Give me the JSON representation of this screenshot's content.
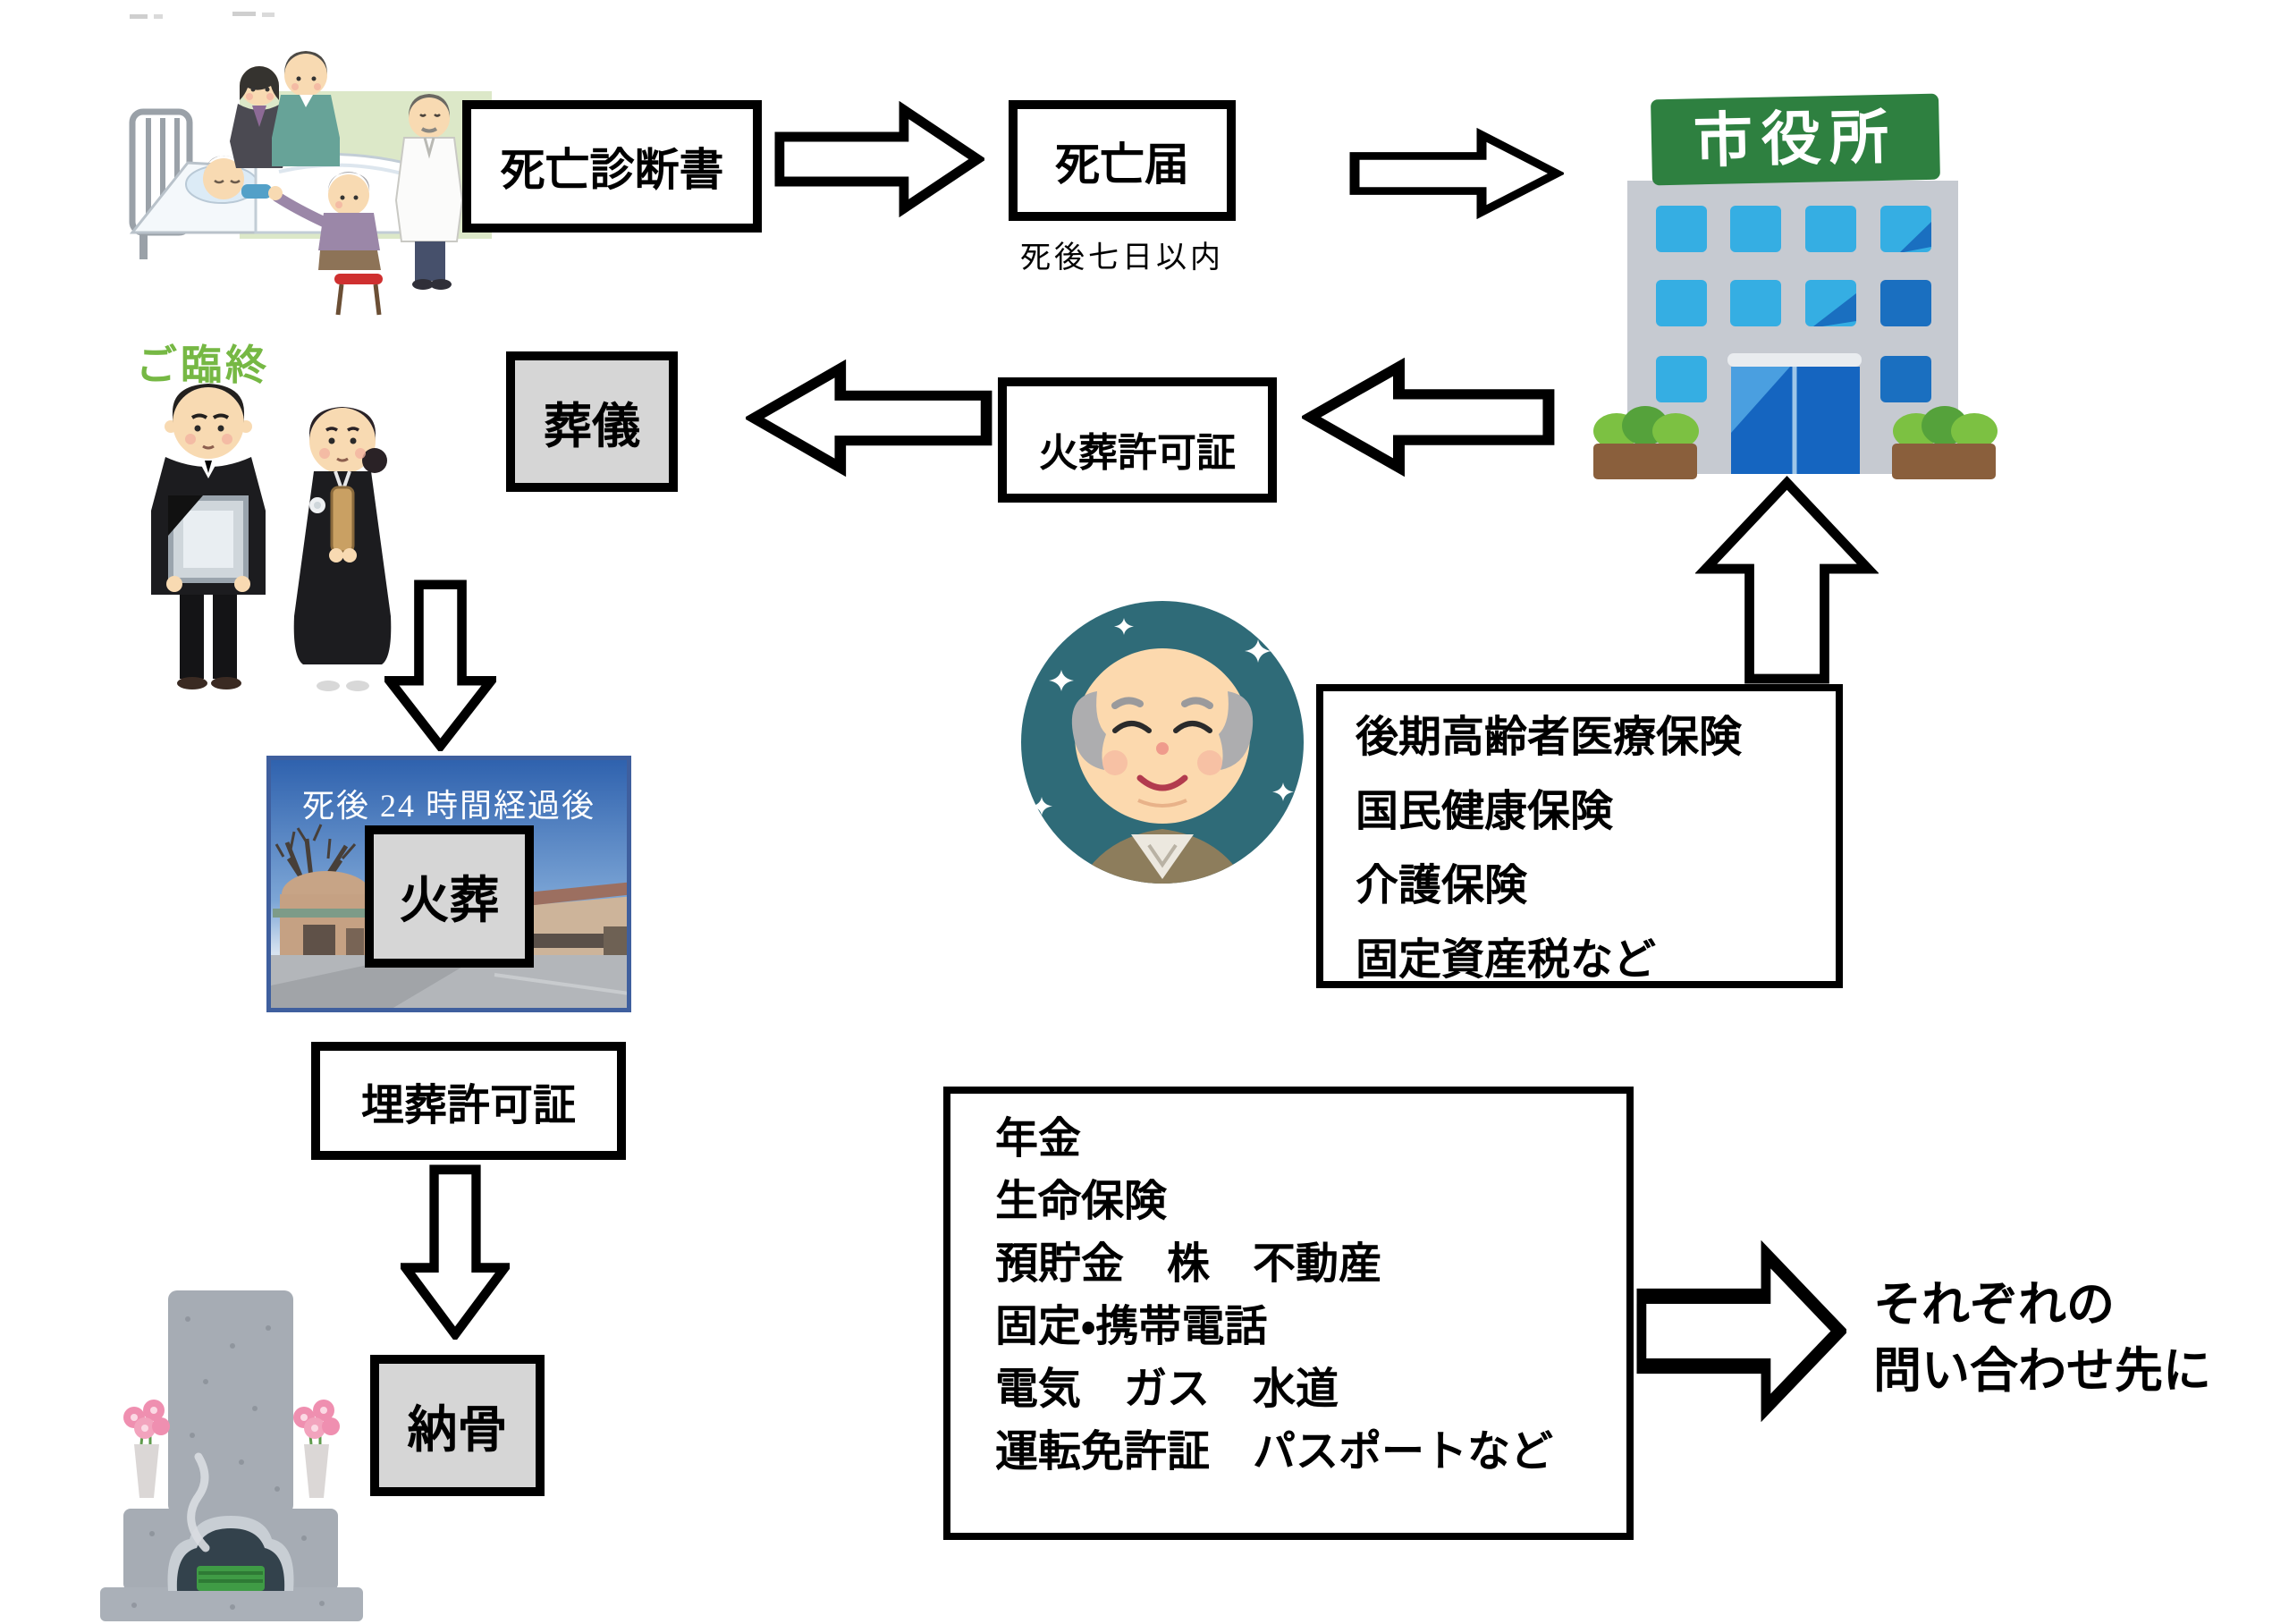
{
  "flow": {
    "deathbed_caption": "ご臨終",
    "death_certificate": "死亡診断書",
    "death_report": "死亡届",
    "death_report_note": "死後七日以内",
    "city_hall_sign": "市役所",
    "cremation_permit": "火葬許可証",
    "funeral": "葬儀",
    "cremation_note": "死後 24 時間経過後",
    "cremation": "火葬",
    "burial_permit": "埋葬許可証",
    "interment": "納骨"
  },
  "city_hall_procedures": {
    "items": [
      "後期高齢者医療保険",
      "国民健康保険",
      "介護保険",
      "固定資産税など"
    ]
  },
  "other_procedures": {
    "items": [
      "年金",
      "生命保険",
      "預貯金　株　不動産",
      "固定・携帯電話",
      "電気　ガス　水道",
      "運転免許証　パスポートなど"
    ]
  },
  "inquiry": {
    "line1": "それぞれの",
    "line2": "問い合わせ先に"
  },
  "colors": {
    "sign_green": "#2e8040",
    "window_blue": "#35aee3",
    "window_dark_blue": "#1a6fc0",
    "building_gray": "#c6cad1",
    "box_gray": "#d6d6d6",
    "caption_green": "#76b844",
    "photo_border_blue": "#3f5f9e",
    "circle_teal": "#2f6b78"
  }
}
